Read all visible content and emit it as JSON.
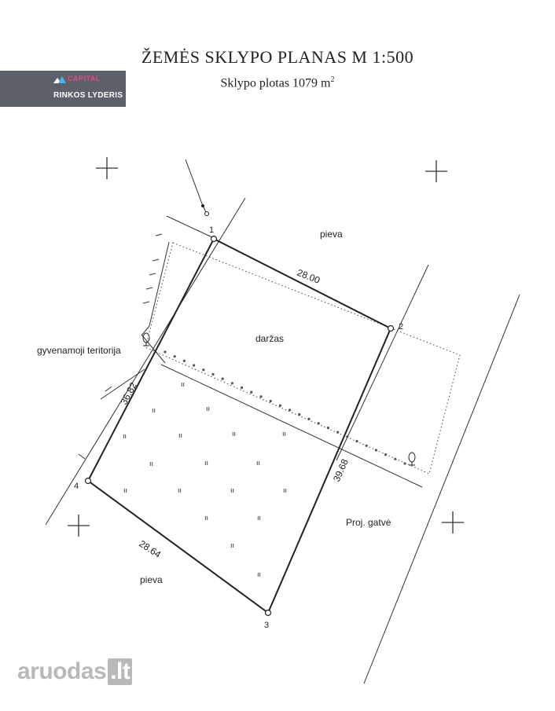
{
  "header": {
    "title": "ŽEMĖS SKLYPO PLANAS M 1:500",
    "subtitle": "Sklypo plotas 1079 m",
    "subtitle_unit_sup": "2"
  },
  "agency": {
    "logo_text": "CAPITAL",
    "tagline": "RINKOS LYDERIS",
    "banner_color": "#5d6068",
    "logo_color": "#e24a8b"
  },
  "watermark": {
    "name": "aruodas",
    "tld": ".lt"
  },
  "plan": {
    "points": [
      {
        "id": "1",
        "label": "1"
      },
      {
        "id": "2",
        "label": "2"
      },
      {
        "id": "3",
        "label": "3"
      },
      {
        "id": "4",
        "label": "4"
      }
    ],
    "edges": [
      {
        "from": "1",
        "to": "2",
        "length": "28.00"
      },
      {
        "from": "2",
        "to": "3",
        "length": "39.68"
      },
      {
        "from": "3",
        "to": "4",
        "length": "28.64"
      },
      {
        "from": "4",
        "to": "1",
        "length": "36.82"
      }
    ],
    "area_labels": {
      "pieva_north": "pieva",
      "darzas": "daržas",
      "gyvenamoji": "gyvenamoji teritorija",
      "proj_gatve": "Proj. gatvė",
      "pieva_south": "pieva"
    },
    "hatch_symbol": "ıı"
  }
}
